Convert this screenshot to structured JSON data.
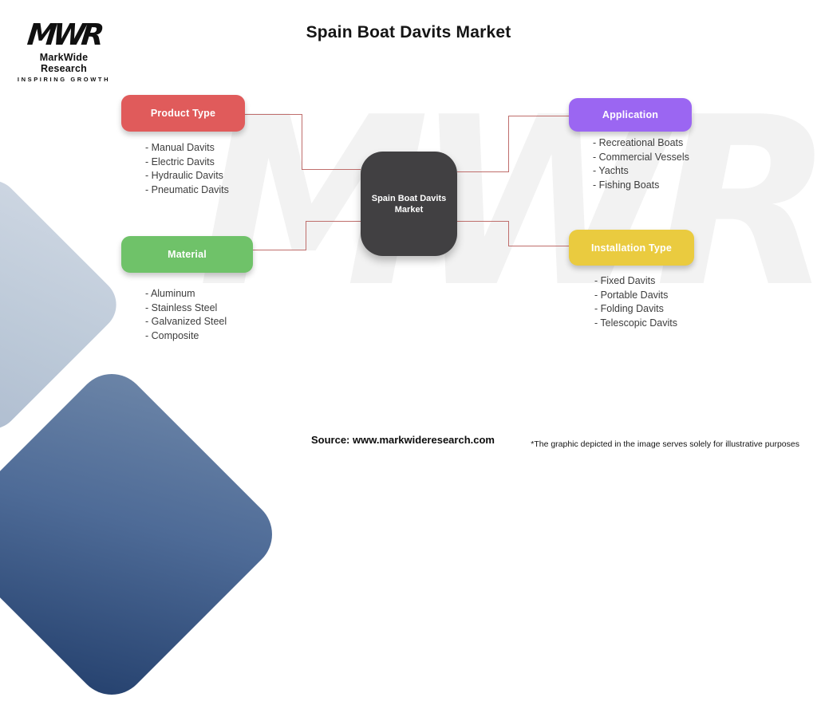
{
  "page": {
    "title": "Spain Boat Davits Market"
  },
  "logo": {
    "mark": "MWR",
    "name": "MarkWide Research",
    "tagline": "INSPIRING GROWTH"
  },
  "watermark": "MWR",
  "diagram": {
    "center_label": "Spain Boat Davits Market",
    "center_color": "#414042",
    "connector_color": "#BF6E6C",
    "nodes": [
      {
        "id": "product-type",
        "label": "Product Type",
        "color": "#E05B5B",
        "items": [
          "- Manual Davits",
          "- Electric Davits",
          "- Hydraulic Davits",
          "- Pneumatic Davits"
        ]
      },
      {
        "id": "application",
        "label": "Application",
        "color": "#9B66F2",
        "items": [
          "- Recreational Boats",
          "- Commercial Vessels",
          "- Yachts",
          "- Fishing Boats"
        ]
      },
      {
        "id": "material",
        "label": "Material",
        "color": "#6FC269",
        "items": [
          "- Aluminum",
          "- Stainless Steel",
          "- Galvanized Steel",
          "- Composite"
        ]
      },
      {
        "id": "installation-type",
        "label": "Installation Type",
        "color": "#EACB3F",
        "items": [
          "- Fixed Davits",
          "- Portable Davits",
          "- Folding Davits",
          "- Telescopic Davits"
        ]
      }
    ]
  },
  "footer": {
    "source": "Source: www.markwideresearch.com",
    "disclaimer": "*The graphic depicted in the image serves solely for illustrative purposes"
  }
}
